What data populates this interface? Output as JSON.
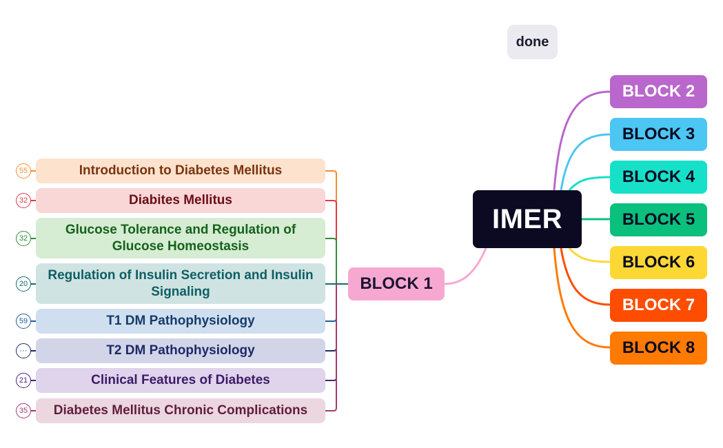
{
  "toolbar": {
    "done_label": "done"
  },
  "root": {
    "label": "IMER"
  },
  "blocks_right": [
    {
      "label": "BLOCK 2",
      "bg": "#b967cc",
      "fg": "#ffffff",
      "line": "#b967cc"
    },
    {
      "label": "BLOCK 3",
      "bg": "#4cc6f3",
      "fg": "#0b0a22",
      "line": "#4cc6f3"
    },
    {
      "label": "BLOCK 4",
      "bg": "#17e0c9",
      "fg": "#0b0a22",
      "line": "#17e0c9"
    },
    {
      "label": "BLOCK 5",
      "bg": "#0bbf7c",
      "fg": "#0b0a22",
      "line": "#0bbf7c"
    },
    {
      "label": "BLOCK 6",
      "bg": "#fdd835",
      "fg": "#0b0a22",
      "line": "#fdd835"
    },
    {
      "label": "BLOCK 7",
      "bg": "#ff4d00",
      "fg": "#ffffff",
      "line": "#ff4d00"
    },
    {
      "label": "BLOCK 8",
      "bg": "#ff7a00",
      "fg": "#0b0a22",
      "line": "#ff7a00"
    }
  ],
  "block1": {
    "label": "BLOCK 1",
    "bg": "#f7a8d1",
    "line": "#f7a8d1"
  },
  "topics": [
    {
      "label": "Introduction to Diabetes Mellitus",
      "badge": "55",
      "bg": "#fde2cd",
      "fg": "#7a3410",
      "line": "#f78c2b"
    },
    {
      "label": "Diabites Mellitus",
      "badge": "32",
      "bg": "#f8d7d6",
      "fg": "#6b0e1a",
      "line": "#e03a47"
    },
    {
      "label": "Glucose Tolerance and Regulation of Glucose Homeostasis",
      "badge": "32",
      "bg": "#d6ecd3",
      "fg": "#15621c",
      "line": "#2f8c3a"
    },
    {
      "label": "Regulation of Insulin Secretion and Insulin Signaling",
      "badge": "20",
      "bg": "#cfe3e2",
      "fg": "#0e5f63",
      "line": "#0f6b6b"
    },
    {
      "label": "T1 DM Pathophysiology",
      "badge": "59",
      "bg": "#d0dfef",
      "fg": "#163c6b",
      "line": "#1f5c9a"
    },
    {
      "label": "T2 DM Pathophysiology",
      "badge": "···",
      "bg": "#d2d5e8",
      "fg": "#1d2a66",
      "line": "#1d2a66"
    },
    {
      "label": "Clinical Features of Diabetes",
      "badge": "21",
      "bg": "#e0d3ec",
      "fg": "#3c1b66",
      "line": "#4a1f7a"
    },
    {
      "label": "Diabetes Mellitus Chronic Complications",
      "badge": "35",
      "bg": "#ecd6e0",
      "fg": "#5e1f3c",
      "line": "#a33a6e"
    }
  ]
}
